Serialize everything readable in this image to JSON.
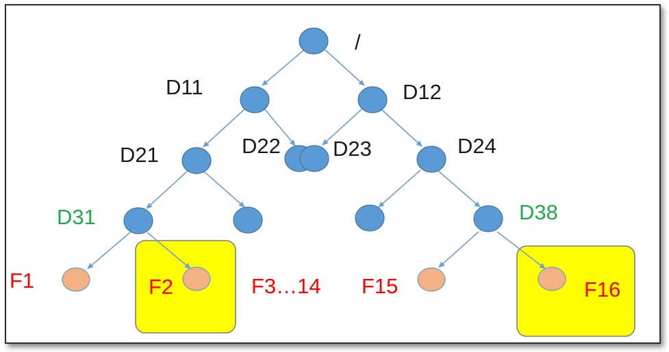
{
  "colors": {
    "dir_node": "#5b9bd5",
    "dir_node_stroke": "#41719c",
    "file_node": "#f4b183",
    "file_node_stroke": "#7f9fbf",
    "edge": "#6c9fd6",
    "highlight_fill": "#ffff00",
    "highlight_stroke": "#7f7f7f",
    "label_black": "#1a1a1a",
    "label_green": "#1faa4b",
    "label_red": "#ff0000"
  },
  "labels": {
    "root": "/",
    "d11": "D11",
    "d12": "D12",
    "d21": "D21",
    "d22": "D22",
    "d23": "D23",
    "d24": "D24",
    "d31": "D31",
    "d38": "D38",
    "f1": "F1",
    "f2": "F2",
    "f3_14": "F3…14",
    "f15": "F15",
    "f16": "F16"
  }
}
